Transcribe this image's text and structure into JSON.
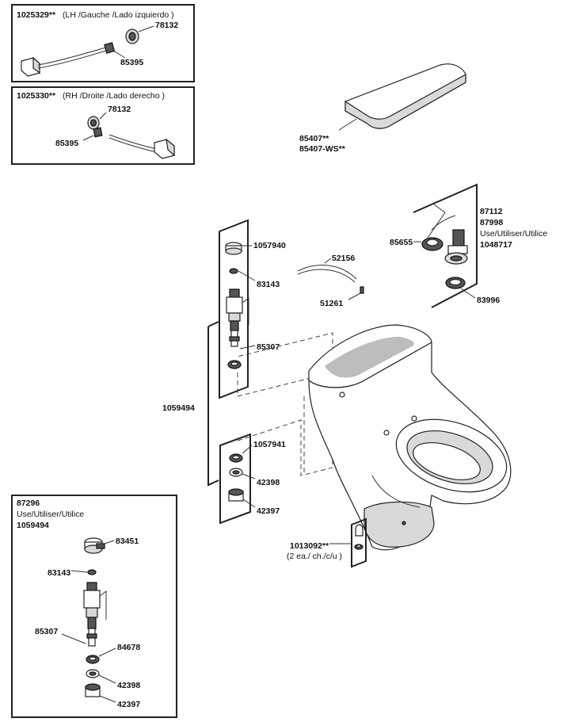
{
  "kits": {
    "lh": {
      "part": "1025329**",
      "desc": "(LH /Gauche /Lado izquierdo  )",
      "washer": "78132",
      "nut": "85395"
    },
    "rh": {
      "part": "1025330**",
      "desc": "(RH /Droite /Lado derecho  )",
      "washer": "78132",
      "nut": "85395"
    }
  },
  "tank_cover": {
    "part": "85407**",
    "part_ws": "85407-WS**"
  },
  "flush_valve_group": {
    "flapper": "85655",
    "lines": [
      "87112",
      "87998",
      "Use/Utiliser/Utilice",
      "1048717"
    ],
    "gasket": "83996"
  },
  "refill_tube": {
    "tube": "52156",
    "clip": "51261"
  },
  "fill_valve_column": {
    "cap": "1057940",
    "seal": "83143",
    "valve": "85307",
    "assembly": "1059494",
    "washer": "1057941",
    "lock_washer": "42398",
    "nut": "42397"
  },
  "bolt_caps": {
    "part": "1013092**",
    "qty": "(2 ea./ ch./c/u )"
  },
  "inset": {
    "lines": [
      "87296",
      "Use/Utiliser/Utilice",
      "1059494"
    ],
    "cap": "83451",
    "seal": "83143",
    "valve": "85307",
    "gasket": "84678",
    "lock_washer": "42398",
    "nut": "42397"
  }
}
